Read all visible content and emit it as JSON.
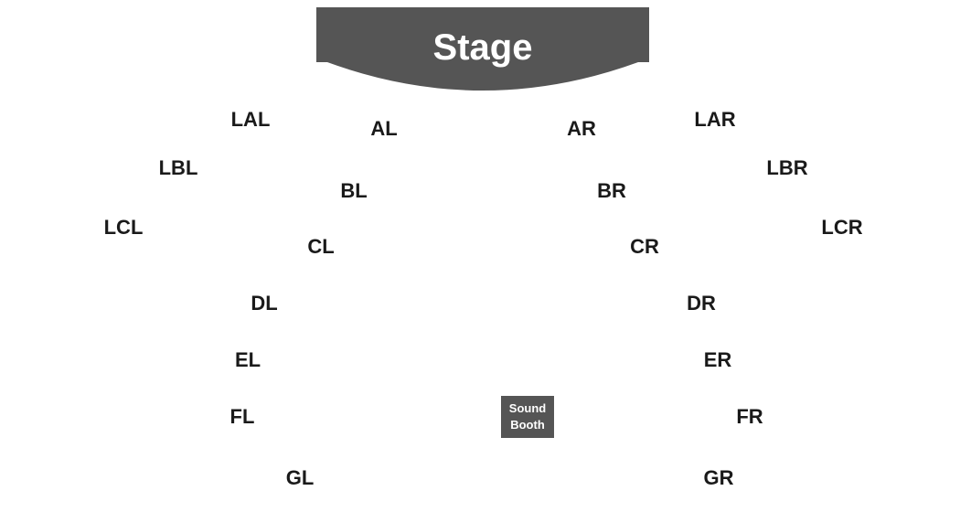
{
  "stage": {
    "label": "Stage",
    "color": "#555555"
  },
  "sound_booth": {
    "line1": "Sound",
    "line2": "Booth",
    "color": "#555555"
  },
  "sections": {
    "lal": "LAL",
    "al": "AL",
    "ar": "AR",
    "lar": "LAR",
    "lbl": "LBL",
    "bl": "BL",
    "br": "BR",
    "lbr": "LBR",
    "lcl": "LCL",
    "cl": "CL",
    "cr": "CR",
    "lcr": "LCR",
    "dl": "DL",
    "dr": "DR",
    "el": "EL",
    "er": "ER",
    "fl": "FL",
    "fr": "FR",
    "gl": "GL",
    "gr": "GR"
  }
}
